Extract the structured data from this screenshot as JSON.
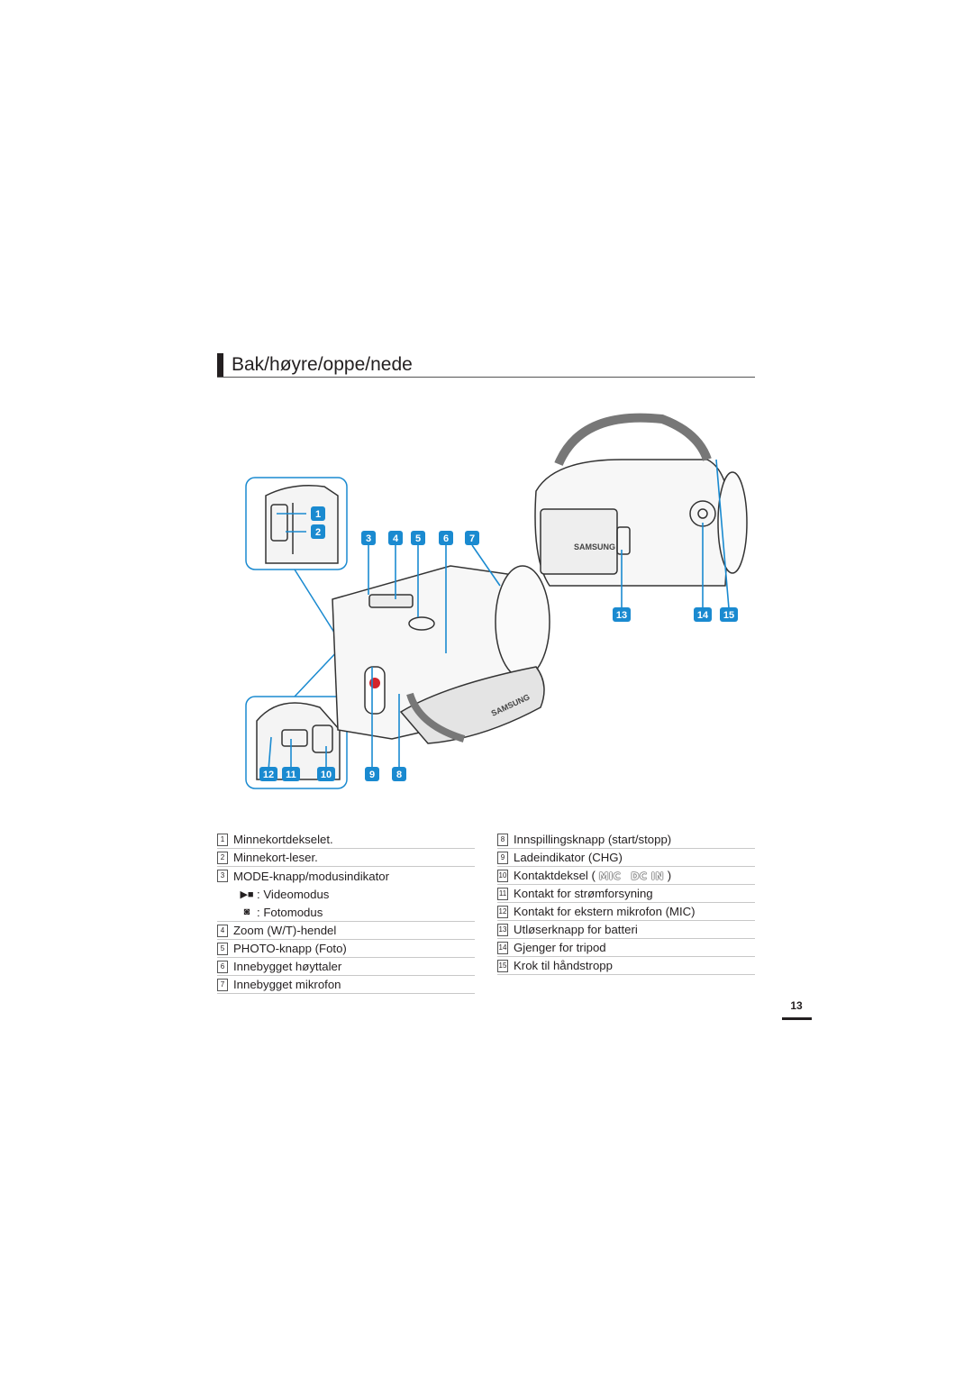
{
  "section": {
    "title": "Bak/høyre/oppe/nede"
  },
  "figure": {
    "callouts": [
      "1",
      "2",
      "3",
      "4",
      "5",
      "6",
      "7",
      "8",
      "9",
      "10",
      "11",
      "12",
      "13",
      "14",
      "15"
    ],
    "accent_color": "#1a8ad0",
    "brand_text": "SAMSUNG"
  },
  "legend": {
    "left": [
      {
        "num": "1",
        "text": "Minnekortdekselet."
      },
      {
        "num": "2",
        "text": "Minnekort-leser."
      },
      {
        "num": "3",
        "text": "MODE-knapp/modusindikator"
      },
      {
        "icon": "video-camera-icon",
        "text": ": Videomodus"
      },
      {
        "icon": "photo-camera-icon",
        "text": ": Fotomodus"
      },
      {
        "num": "4",
        "text": "Zoom (W/T)-hendel"
      },
      {
        "num": "5",
        "text": "PHOTO-knapp (Foto)"
      },
      {
        "num": "6",
        "text": "Innebygget høyttaler"
      },
      {
        "num": "7",
        "text": "Innebygget mikrofon"
      }
    ],
    "right": [
      {
        "num": "8",
        "text": "Innspillingsknapp (start/stopp)"
      },
      {
        "num": "9",
        "text": "Ladeindikator (CHG)"
      },
      {
        "num": "10",
        "text": "Kontaktdeksel (",
        "kbd1": "MIC",
        "kbd2": "DC IN",
        "tail": ")"
      },
      {
        "num": "11",
        "text": "Kontakt for strømforsyning"
      },
      {
        "num": "12",
        "text": "Kontakt for ekstern mikrofon (MIC)"
      },
      {
        "num": "13",
        "text": "Utløserknapp for batteri"
      },
      {
        "num": "14",
        "text": "Gjenger for tripod"
      },
      {
        "num": "15",
        "text": "Krok til håndstropp"
      }
    ]
  },
  "page_number": "13"
}
